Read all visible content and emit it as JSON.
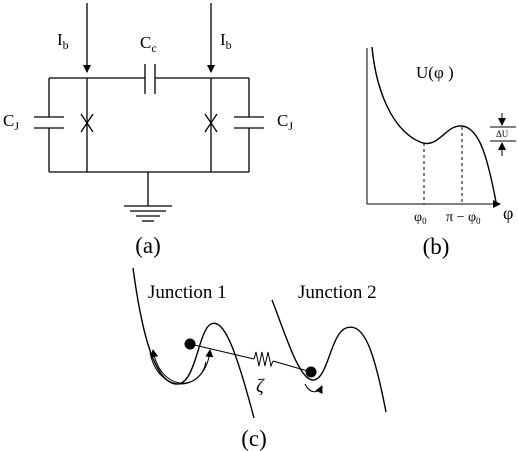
{
  "panel_a": {
    "panel_label": "(a)",
    "bias_current_left": "I",
    "bias_current_left_sub": "b",
    "bias_current_right": "I",
    "bias_current_right_sub": "b",
    "coupling_capacitor": "C",
    "coupling_capacitor_sub": "c",
    "junction_capacitor_left": "C",
    "junction_capacitor_left_sub": "J",
    "junction_capacitor_right": "C",
    "junction_capacitor_right_sub": "J"
  },
  "panel_b": {
    "panel_label": "(b)",
    "potential_label": "U(φ )",
    "barrier_label": "ΔU",
    "tick_min": "φ",
    "tick_min_sub": "0",
    "tick_max": "π − φ",
    "tick_max_sub": "0",
    "axis_label": "φ"
  },
  "panel_c": {
    "panel_label": "(c)",
    "junction_1_label": "Junction 1",
    "junction_2_label": "Junction 2",
    "coupling_label": "ζ"
  }
}
